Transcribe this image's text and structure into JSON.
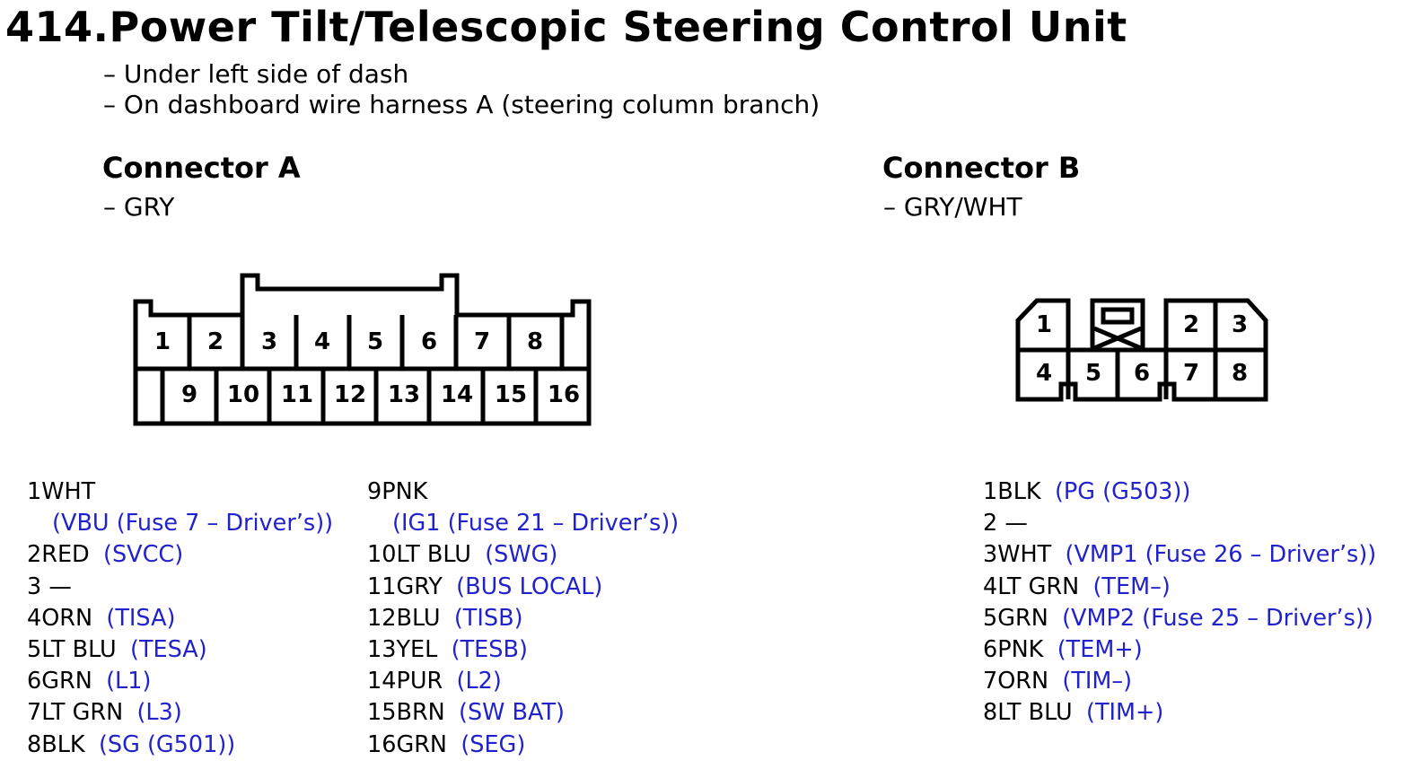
{
  "header": {
    "title": "414.Power Tilt/Telescopic Steering Control Unit",
    "location_lines": [
      "– Under left side of dash",
      "– On dashboard wire harness A (steering column branch)"
    ]
  },
  "connector_a": {
    "title": "Connector A",
    "color": "– GRY",
    "cavity_labels": [
      "1",
      "2",
      "3",
      "4",
      "5",
      "6",
      "7",
      "8",
      "9",
      "10",
      "11",
      "12",
      "13",
      "14",
      "15",
      "16"
    ],
    "pins_col1": [
      {
        "wire": "1WHT",
        "func": ""
      },
      {
        "wire": "",
        "func": "(VBU (Fuse 7 – Driver’s))"
      },
      {
        "wire": "2RED",
        "func": "(SVCC)"
      },
      {
        "wire": "3 —",
        "func": ""
      },
      {
        "wire": "4ORN",
        "func": "(TISA)"
      },
      {
        "wire": "5LT BLU",
        "func": "(TESA)"
      },
      {
        "wire": "6GRN",
        "func": "(L1)"
      },
      {
        "wire": "7LT GRN",
        "func": "(L3)"
      },
      {
        "wire": "8BLK",
        "func": "(SG (G501))"
      }
    ],
    "pins_col2": [
      {
        "wire": "9PNK",
        "func": ""
      },
      {
        "wire": "",
        "func": "(IG1 (Fuse 21 – Driver’s))"
      },
      {
        "wire": "10LT BLU",
        "func": "(SWG)"
      },
      {
        "wire": "11GRY",
        "func": "(BUS LOCAL)"
      },
      {
        "wire": "12BLU",
        "func": "(TISB)"
      },
      {
        "wire": "13YEL",
        "func": "(TESB)"
      },
      {
        "wire": "14PUR",
        "func": "(L2)"
      },
      {
        "wire": "15BRN",
        "func": "(SW BAT)"
      },
      {
        "wire": "16GRN",
        "func": "(SEG)"
      }
    ]
  },
  "connector_b": {
    "title": "Connector B",
    "color": "– GRY/WHT",
    "cavity_labels": [
      "1",
      "2",
      "3",
      "4",
      "5",
      "6",
      "7",
      "8"
    ],
    "pins": [
      {
        "wire": "1BLK",
        "func": "(PG (G503))"
      },
      {
        "wire": "2 —",
        "func": ""
      },
      {
        "wire": "3WHT",
        "func": "(VMP1 (Fuse 26 – Driver’s))"
      },
      {
        "wire": "4LT GRN",
        "func": "(TEM–)"
      },
      {
        "wire": "5GRN",
        "func": "(VMP2 (Fuse 25 – Driver’s))"
      },
      {
        "wire": "6PNK",
        "func": "(TEM+)"
      },
      {
        "wire": "7ORN",
        "func": "(TIM–)"
      },
      {
        "wire": "8LT BLU",
        "func": "(TIM+)"
      }
    ]
  },
  "colors": {
    "text": "#000000",
    "function_text": "#2222cc",
    "background": "#ffffff"
  }
}
